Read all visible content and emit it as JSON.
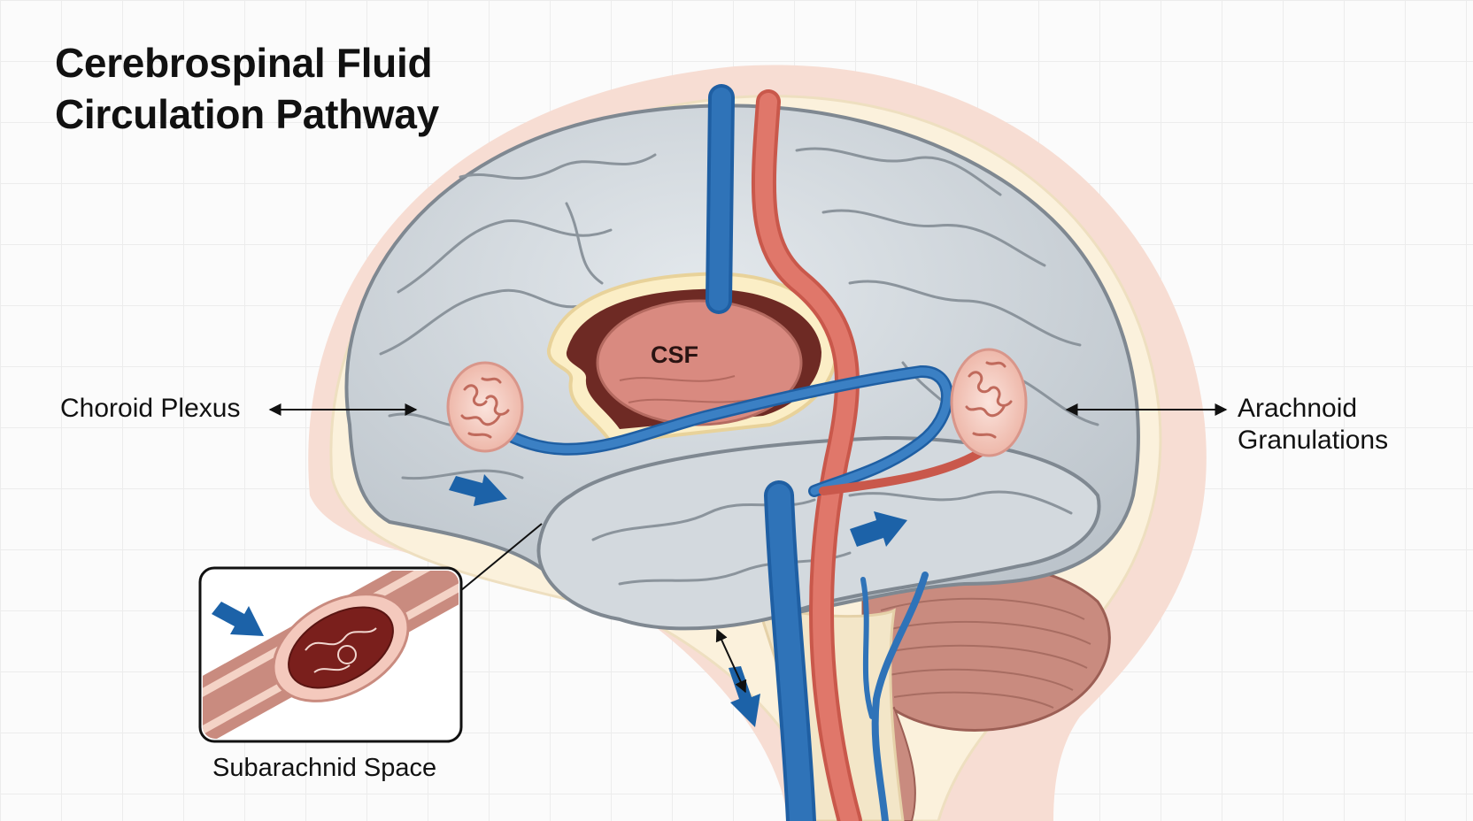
{
  "title": {
    "line1": "Cerebrospinal Fluid",
    "line2": "Circulation Pathway"
  },
  "labels": {
    "choroid_plexus": "Choroid Plexus",
    "arachnoid_line1": "Arachnoid",
    "arachnoid_line2": "Granulations",
    "subarachnoid_space": "Subarachnid Space",
    "csf": "CSF"
  },
  "colors": {
    "background": "#fbfbfb",
    "brain": "#ccd3d9",
    "skin": "#f7ddd3",
    "vein": "#2f73b8",
    "artery": "#e0776a",
    "ventricle": "#6e2a24",
    "csf_fill": "#d98a80",
    "cerebellum": "#c98b7f",
    "flow_arrow": "#1c62a8"
  }
}
